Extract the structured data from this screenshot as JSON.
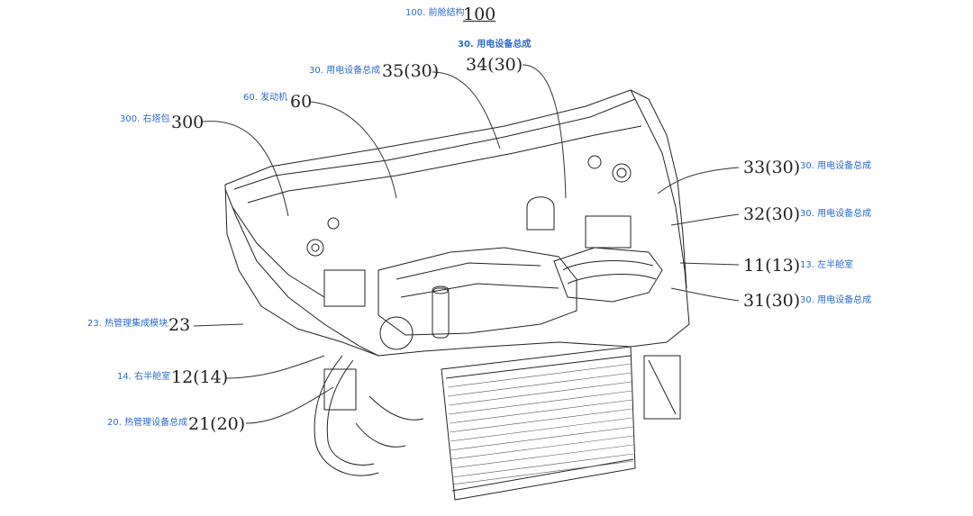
{
  "labels": {
    "l100": {
      "num": "100",
      "annot": "100. 前舱结构"
    },
    "l30top": {
      "annot": "30. 用电设备总成"
    },
    "l35": {
      "num": "35(30)",
      "annot": "30. 用电设备总成"
    },
    "l34": {
      "num": "34(30)"
    },
    "l60": {
      "num": "60",
      "annot": "60. 发动机"
    },
    "l300": {
      "num": "300",
      "annot": "300. 右塔包"
    },
    "l33": {
      "num": "33(30)",
      "annot": "30. 用电设备总成"
    },
    "l32": {
      "num": "32(30)",
      "annot": "30. 用电设备总成"
    },
    "l11": {
      "num": "11(13)",
      "annot": "13. 左半舱室"
    },
    "l31": {
      "num": "31(30)",
      "annot": "30. 用电设备总成"
    },
    "l23": {
      "num": "23",
      "annot": "23. 热管理集成模块"
    },
    "l12": {
      "num": "12(14)",
      "annot": "14. 右半舱室"
    },
    "l21": {
      "num": "21(20)",
      "annot": "20. 热管理设备总成"
    }
  }
}
